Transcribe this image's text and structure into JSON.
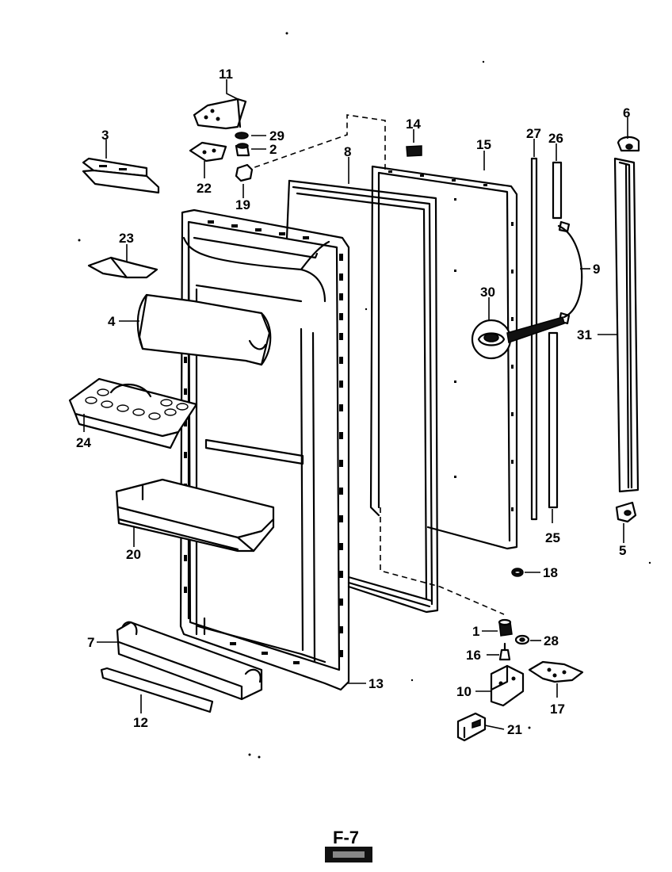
{
  "callouts": {
    "c1": "1",
    "c2": "2",
    "c3": "3",
    "c4": "4",
    "c5": "5",
    "c6": "6",
    "c7": "7",
    "c8": "8",
    "c9": "9",
    "c10": "10",
    "c11": "11",
    "c12": "12",
    "c13": "13",
    "c14": "14",
    "c15": "15",
    "c16": "16",
    "c17": "17",
    "c18": "18",
    "c19": "19",
    "c20": "20",
    "c21": "21",
    "c22": "22",
    "c23": "23",
    "c24": "24",
    "c25": "25",
    "c26": "26",
    "c27": "27",
    "c28": "28",
    "c29": "29",
    "c30": "30",
    "c31": "31"
  },
  "footer": {
    "page_code": "F-7"
  }
}
